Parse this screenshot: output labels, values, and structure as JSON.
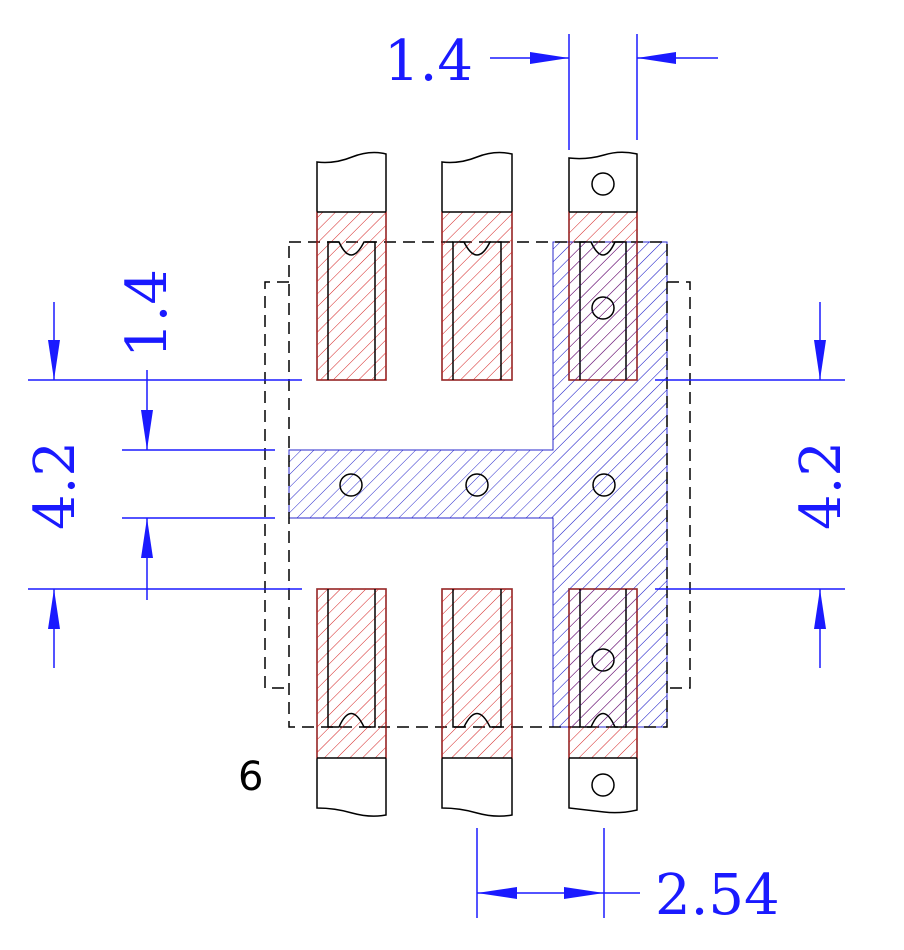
{
  "dimensions": {
    "top_pitch_label": "1.4",
    "left_pad_label": "1.4",
    "left_span_label": "4.2",
    "right_span_label": "4.2",
    "bottom_pitch_label": "2.54"
  },
  "pin_label": "6",
  "colors": {
    "dimension": "#1a1aff",
    "pad_hatch": "#d42020",
    "thermal_hatch": "#2a2acc",
    "outline": "#000000"
  }
}
